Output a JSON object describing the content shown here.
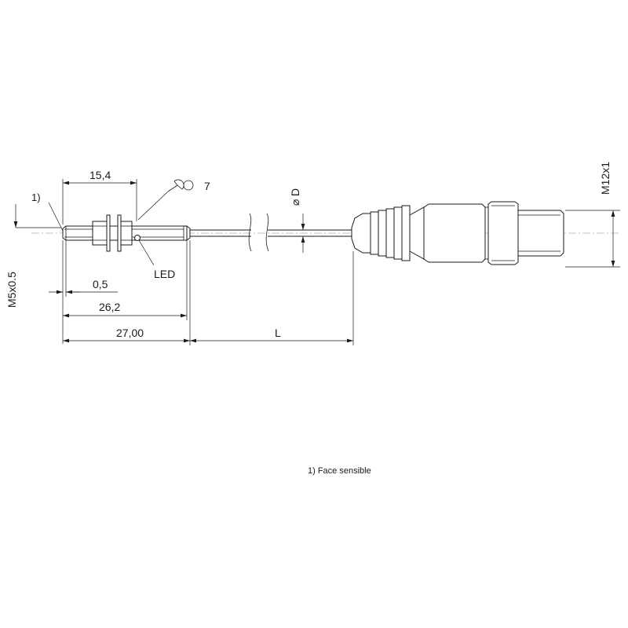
{
  "dimensions": {
    "d_15_4": "15,4",
    "d_7": "7",
    "d_phi_symbol": "⌀",
    "d_D": "D",
    "d_m12": "M12x1",
    "d_m5": "M5x0.5",
    "d_0_5": "0,5",
    "d_26_2": "26,2",
    "d_27": "27,00",
    "d_L": "L"
  },
  "labels": {
    "note_marker": "1)",
    "led": "LED"
  },
  "footnote": "1) Face sensible"
}
